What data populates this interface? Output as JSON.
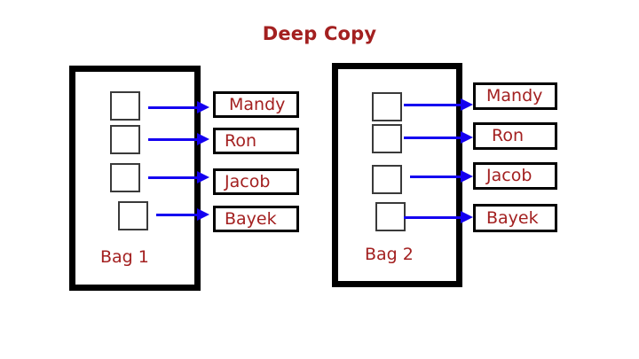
{
  "diagram": {
    "title": "Deep Copy",
    "colors": {
      "title_text": "#a32020",
      "label_text": "#a32020",
      "arrow": "#1400f0",
      "bag_border": "#000000",
      "box_border": "#000000",
      "square_border": "#3a3a3a",
      "background": "#ffffff"
    },
    "bags": [
      {
        "id": "bag-1",
        "label": "Bag 1",
        "slots": [
          {
            "name": "slot-1",
            "value": "Mandy"
          },
          {
            "name": "slot-2",
            "value": "Ron"
          },
          {
            "name": "slot-3",
            "value": "Jacob"
          },
          {
            "name": "slot-4",
            "value": "Bayek"
          }
        ]
      },
      {
        "id": "bag-2",
        "label": "Bag 2",
        "slots": [
          {
            "name": "slot-1",
            "value": "Mandy"
          },
          {
            "name": "slot-2",
            "value": "Ron"
          },
          {
            "name": "slot-3",
            "value": "Jacob"
          },
          {
            "name": "slot-4",
            "value": "Bayek"
          }
        ]
      }
    ]
  }
}
